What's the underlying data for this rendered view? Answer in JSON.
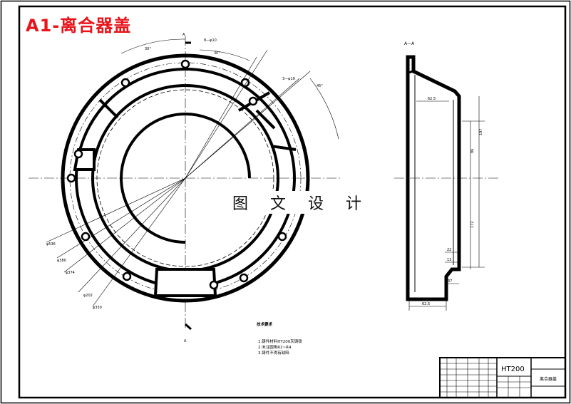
{
  "title": "A1-离合器盖",
  "watermark": "图 文 设 计",
  "section_label": "A—A",
  "view_marker": "A",
  "tech_requirements": {
    "heading": "技术要求",
    "items": [
      "1.铸件材料HT200灰铸铁",
      "2.未注圆角R2~R4",
      "3.铸件不得有缺陷"
    ]
  },
  "title_block": {
    "material": "HT200",
    "part_name": "离合器盖"
  },
  "dimensions": {
    "dia_labels": [
      "φ536",
      "φ380",
      "φ374",
      "φ202",
      "φ350"
    ],
    "angle_labels": [
      "30°",
      "30°",
      "45°"
    ],
    "hole_notes": [
      "8—φ10",
      "3—φ19"
    ],
    "section_labels": [
      "62.5",
      "197",
      "86",
      "172",
      "22",
      "13",
      "37",
      "62.5"
    ]
  },
  "colors": {
    "title": "#e8141b",
    "line": "#000000"
  }
}
